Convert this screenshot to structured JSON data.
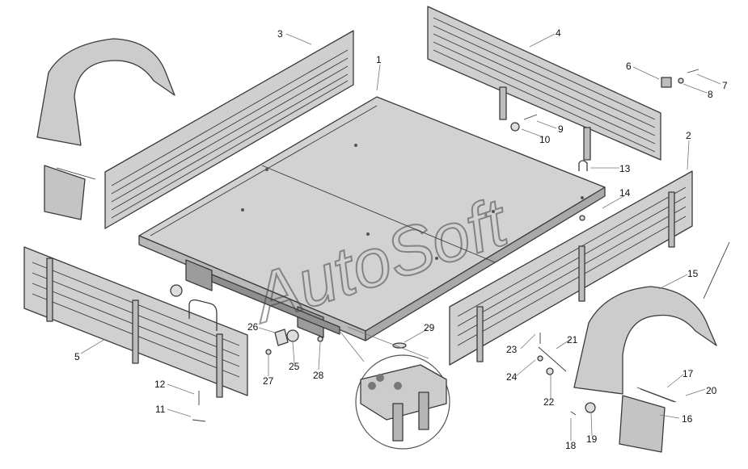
{
  "diagram": {
    "watermark": "AutoSoft",
    "callouts": [
      {
        "id": "1",
        "text": "1"
      },
      {
        "id": "2",
        "text": "2"
      },
      {
        "id": "3",
        "text": "3"
      },
      {
        "id": "4",
        "text": "4"
      },
      {
        "id": "5",
        "text": "5"
      },
      {
        "id": "6",
        "text": "6"
      },
      {
        "id": "7",
        "text": "7"
      },
      {
        "id": "8",
        "text": "8"
      },
      {
        "id": "9",
        "text": "9"
      },
      {
        "id": "10",
        "text": "10"
      },
      {
        "id": "11",
        "text": "11"
      },
      {
        "id": "12",
        "text": "12"
      },
      {
        "id": "13",
        "text": "13"
      },
      {
        "id": "14",
        "text": "14"
      },
      {
        "id": "15",
        "text": "15"
      },
      {
        "id": "16",
        "text": "16"
      },
      {
        "id": "17",
        "text": "17"
      },
      {
        "id": "18",
        "text": "18"
      },
      {
        "id": "19",
        "text": "19"
      },
      {
        "id": "20",
        "text": "20"
      },
      {
        "id": "21",
        "text": "21"
      },
      {
        "id": "22",
        "text": "22"
      },
      {
        "id": "23",
        "text": "23"
      },
      {
        "id": "24",
        "text": "24"
      },
      {
        "id": "25",
        "text": "25"
      },
      {
        "id": "26",
        "text": "26"
      },
      {
        "id": "27",
        "text": "27"
      },
      {
        "id": "28",
        "text": "28"
      },
      {
        "id": "29",
        "text": "29"
      }
    ]
  }
}
